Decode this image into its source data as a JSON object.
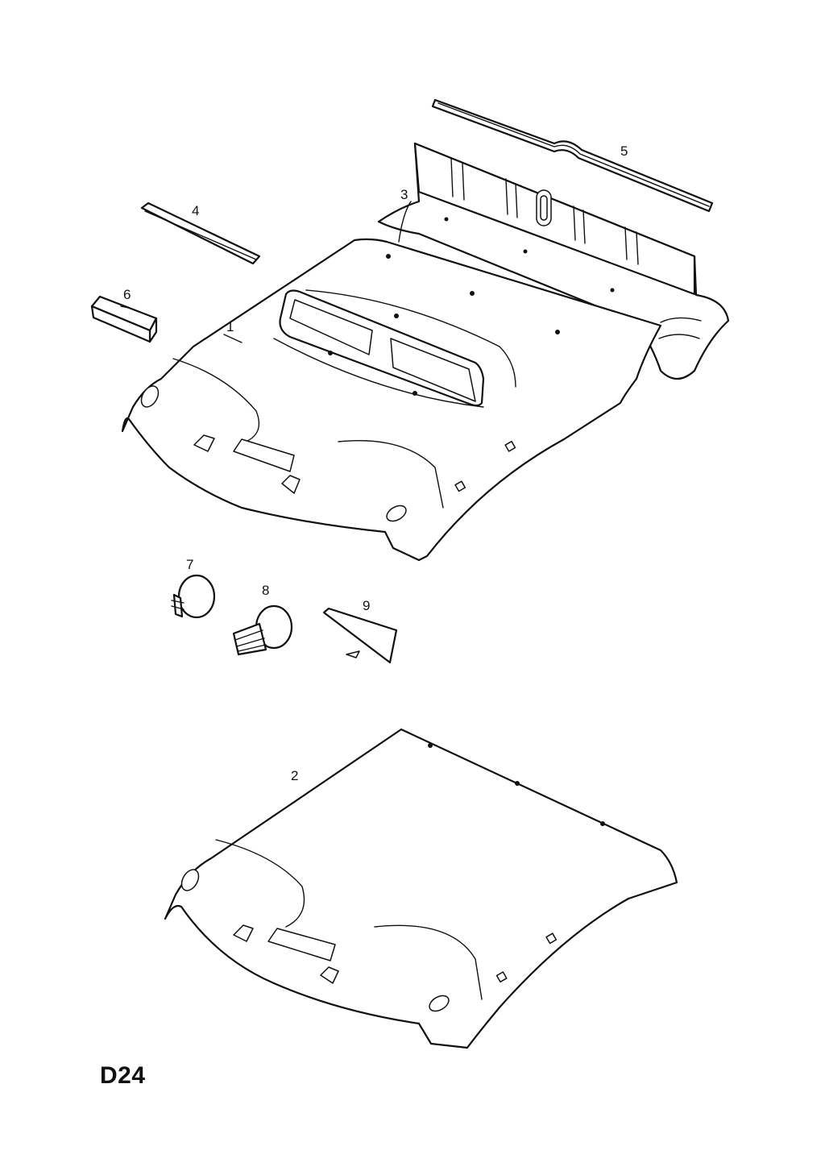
{
  "diagram": {
    "code": "D24",
    "callouts": {
      "p1": "1",
      "p2": "2",
      "p3": "3",
      "p4": "4",
      "p5": "5",
      "p6": "6",
      "p7": "7",
      "p8": "8",
      "p9": "9"
    }
  },
  "colors": {
    "line": "#111111",
    "background": "#ffffff"
  }
}
